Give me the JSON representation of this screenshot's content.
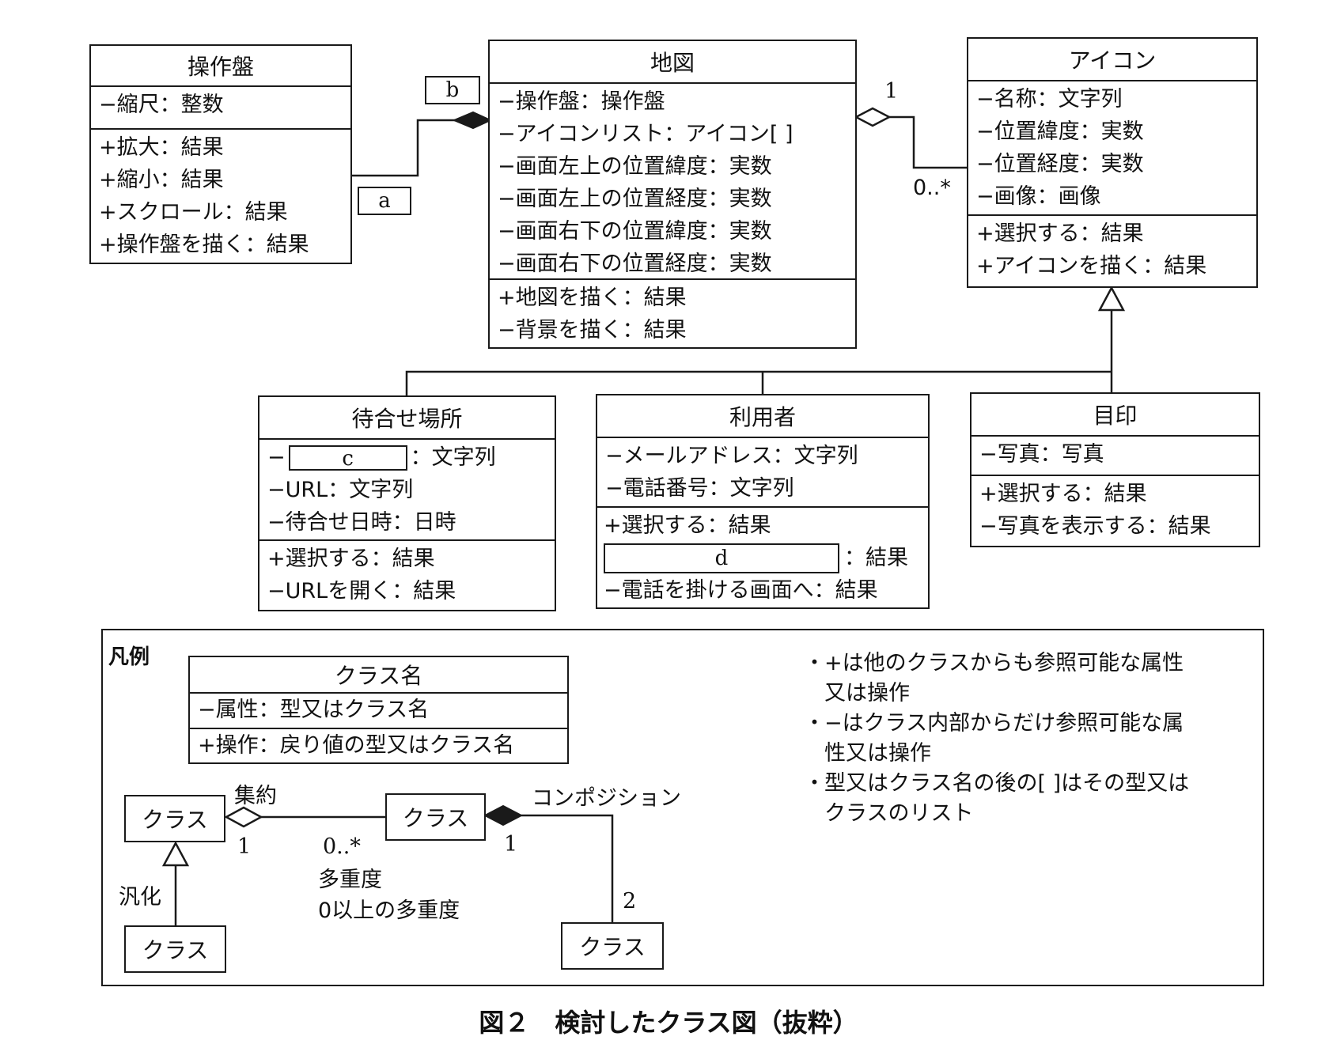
{
  "classes": {
    "sousaban": {
      "name": "操作盤",
      "attributes": [
        "−縮尺：整数"
      ],
      "operations": [
        "+拡大：結果",
        "+縮小：結果",
        "+スクロール：結果",
        "+操作盤を描く：結果"
      ]
    },
    "chizu": {
      "name": "地図",
      "attributes": [
        "−操作盤：操作盤",
        "−アイコンリスト：アイコン[ ]",
        "−画面左上の位置緯度：実数",
        "−画面左上の位置経度：実数",
        "−画面右下の位置緯度：実数",
        "−画面右下の位置経度：実数"
      ],
      "operations": [
        "+地図を描く：結果",
        "−背景を描く：結果"
      ]
    },
    "icon": {
      "name": "アイコン",
      "attributes": [
        "−名称：文字列",
        "−位置緯度：実数",
        "−位置経度：実数",
        "−画像：画像"
      ],
      "operations": [
        "+選択する：結果",
        "+アイコンを描く：結果"
      ]
    },
    "machiawase": {
      "name": "待合せ場所",
      "attr_blank_prefix": "−",
      "attr_blank_label": "c",
      "attr_blank_suffix": "：文字列",
      "attributes": [
        "−URL：文字列",
        "−待合せ日時：日時"
      ],
      "operations": [
        "+選択する：結果",
        "−URLを開く：結果"
      ]
    },
    "riyousha": {
      "name": "利用者",
      "attributes": [
        "−メールアドレス：文字列",
        "−電話番号：文字列"
      ],
      "op_first": "+選択する：結果",
      "op_blank_label": "d",
      "op_blank_suffix": "：結果",
      "op_last": "−電話を掛ける画面へ：結果"
    },
    "mejirushi": {
      "name": "目印",
      "attributes": [
        "−写真：写真"
      ],
      "operations": [
        "+選択する：結果",
        "−写真を表示する：結果"
      ]
    }
  },
  "blanks": {
    "a": "a",
    "b": "b"
  },
  "multiplicities": {
    "map_icon_one": "1",
    "map_icon_many": "0..*"
  },
  "legend": {
    "title": "凡例",
    "class_box": {
      "name": "クラス名",
      "attribute": "−属性：型又はクラス名",
      "operation": "+操作：戻り値の型又はクラス名"
    },
    "aggregation_label": "集約",
    "composition_label": "コンポジション",
    "generalization_label": "汎化",
    "class_label": "クラス",
    "mult_one_a": "1",
    "mult_many": "0..*",
    "mult_one_b": "1",
    "mult_two": "2",
    "multiplicity_label": "多重度",
    "multiplicity_desc": "0以上の多重度",
    "notes": [
      [
        "+は他のクラスからも参照可能な属性",
        "又は操作"
      ],
      [
        "−はクラス内部からだけ参照可能な属",
        "性又は操作"
      ],
      [
        "型又はクラス名の後の[ ]はその型又は",
        "クラスのリスト"
      ]
    ],
    "bullet": "・"
  },
  "caption": "図２　検討したクラス図（抜粋）"
}
